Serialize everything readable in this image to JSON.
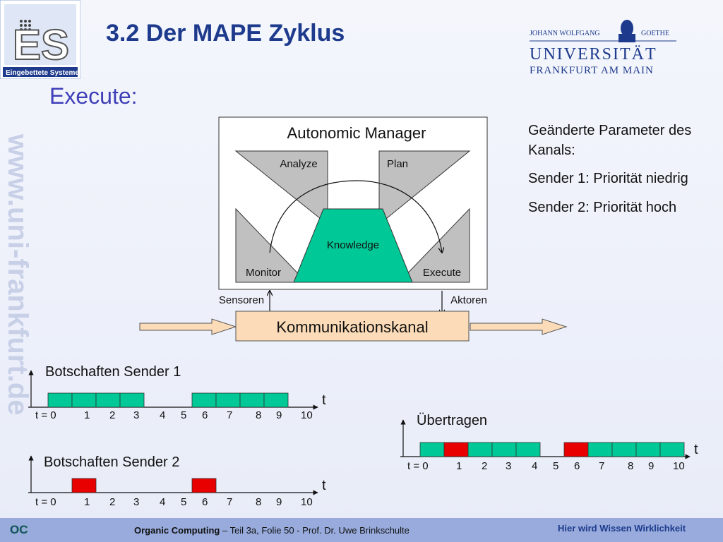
{
  "header": {
    "title": "3.2 Der MAPE Zyklus",
    "subtitle": "Execute:",
    "es_logo_caption": "Eingebettete Systeme",
    "university": {
      "top_line_left": "JOHANN WOLFGANG",
      "top_line_right": "GOETHE",
      "name": "UNIVERSITÄT",
      "city": "FRANKFURT AM MAIN"
    }
  },
  "watermark": "www.uni-frankfurt.de",
  "mape": {
    "manager_title": "Autonomic Manager",
    "analyze": "Analyze",
    "plan": "Plan",
    "knowledge": "Knowledge",
    "monitor": "Monitor",
    "execute": "Execute",
    "sensors": "Sensoren",
    "actuators": "Aktoren",
    "channel": "Kommunikationskanal"
  },
  "info": {
    "line1": "Geänderte Parameter des",
    "line2": "Kanals:",
    "sender1": "Sender 1: Priorität niedrig",
    "sender2": "Sender 2: Priorität hoch"
  },
  "timelines": {
    "sender1_title": "Botschaften Sender 1",
    "sender2_title": "Botschaften Sender 2",
    "transmitted_title": "Übertragen",
    "axis_label": "t",
    "ticks": [
      "t = 0",
      "1",
      "2",
      "3",
      "4",
      "5",
      "6",
      "7",
      "8",
      "9",
      "10"
    ],
    "sender1_slots": [
      "green",
      "green",
      "green",
      "green",
      "",
      "",
      "green",
      "green",
      "green",
      "green"
    ],
    "sender2_slots": [
      "",
      "red",
      "",
      "",
      "",
      "",
      "red",
      "",
      "",
      "",
      ""
    ],
    "transmitted_slots": [
      "green",
      "red",
      "green",
      "green",
      "green",
      "",
      "red",
      "green",
      "green",
      "green",
      "green"
    ]
  },
  "colors": {
    "green": "#00c896",
    "red": "#e80000",
    "title_blue": "#1d3a8c",
    "subtitle_blue": "#3f3fb8",
    "channel_fill": "#fcdcb8",
    "gray_triangle": "#c0c0c0"
  },
  "footer": {
    "course": "Organic Computing",
    "detail": " – Teil 3a, Folie 50 -  Prof. Dr. Uwe Brinkschulte",
    "slogan": "Hier wird Wissen Wirklichkeit",
    "logo": "OC"
  }
}
